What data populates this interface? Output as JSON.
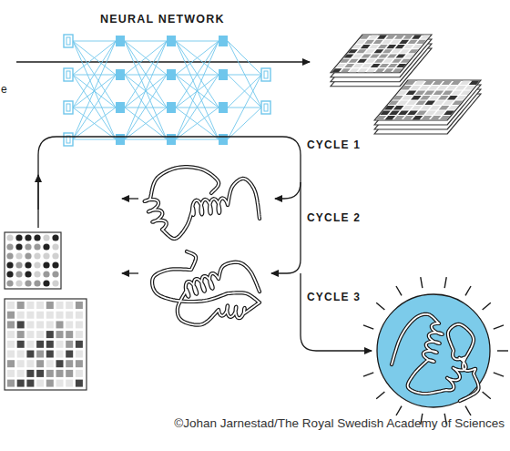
{
  "diagram": {
    "labels": [
      "NEURAL NETWORK",
      "e",
      "CYCLE 1",
      "CYCLE 2",
      "CYCLE 3",
      "©Johan Jarnestad/The Royal Swedish Academy of Sciences"
    ]
  }
}
